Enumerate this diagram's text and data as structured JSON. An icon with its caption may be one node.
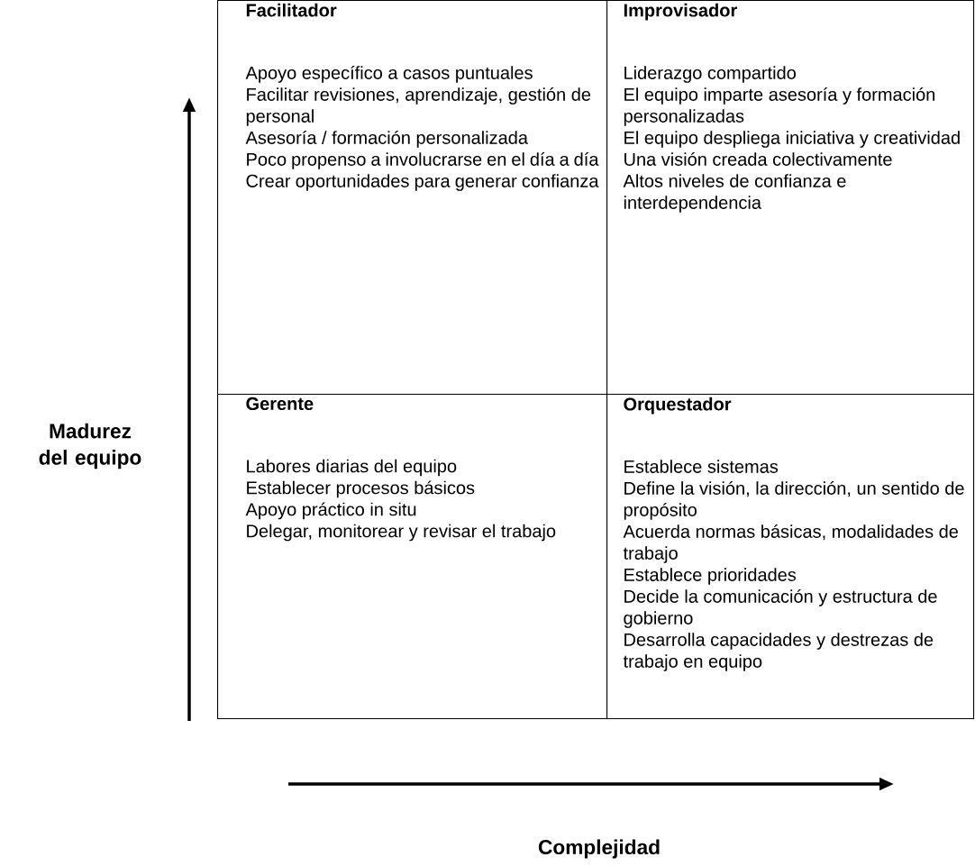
{
  "diagram": {
    "nodes": [
      {
        "text": [
          "Facilitador",
          "Apoyo específico a casos puntuales",
          "Facilitar revisiones, aprendizaje, gestión de personal",
          "Asesoría / formación personalizada",
          "Poco propenso a involucrarse en el día a día",
          "Crear oportunidades para generar confianza"
        ]
      },
      {
        "text": [
          "Improvisador",
          "Liderazgo compartido",
          "El equipo imparte asesoría y formación personalizadas",
          "El equipo despliega iniciativa y creatividad",
          "Una visión creada colectivamente",
          "Altos niveles de confianza e interdependencia"
        ]
      },
      {
        "text": [
          "Gerente",
          "Labores diarias del equipo",
          "Establecer procesos básicos",
          "Apoyo práctico in situ",
          "Delegar, monitorear y revisar el trabajo"
        ]
      },
      {
        "text": [
          "Orquestador",
          "Establece sistemas",
          "Define la visión, la dirección, un sentido de propósito",
          "Acuerda normas básicas, modalidades de trabajo",
          "Establece prioridades",
          "Decide la comunicación y estructura de gobierno",
          "Desarrolla capacidades y destrezas de trabajo en equipo"
        ]
      }
    ],
    "labels": [
      "Madurez del equipo",
      "Complejidad"
    ]
  }
}
